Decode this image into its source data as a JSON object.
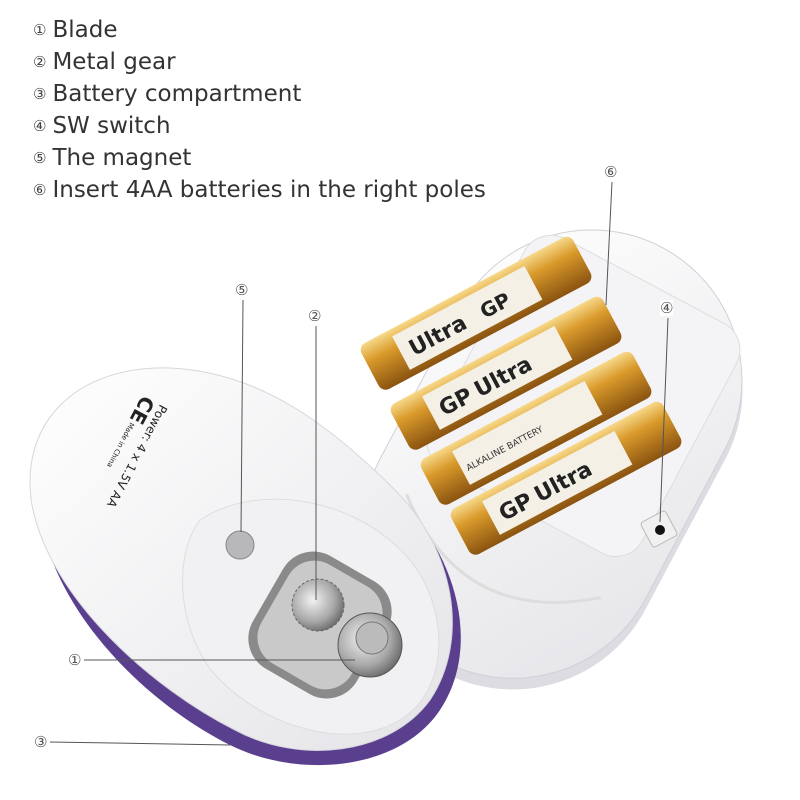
{
  "legend": [
    {
      "num": "①",
      "label": "Blade"
    },
    {
      "num": "②",
      "label": "Metal gear"
    },
    {
      "num": "③",
      "label": "Battery compartment"
    },
    {
      "num": "④",
      "label": "SW switch"
    },
    {
      "num": "⑤",
      "label": "The magnet"
    },
    {
      "num": "⑥",
      "label": "Insert 4AA batteries in the right poles"
    }
  ],
  "callouts": {
    "c1": "①",
    "c2": "②",
    "c3": "③",
    "c4": "④",
    "c5": "⑤",
    "c6": "⑥"
  },
  "battery": {
    "brand": "GP",
    "model": "Ultra",
    "type": "ALKALINE BATTERY"
  },
  "device_label": {
    "made": "Made in China",
    "ce": "CE",
    "power": "Power: 4 x 1.5V AA"
  }
}
